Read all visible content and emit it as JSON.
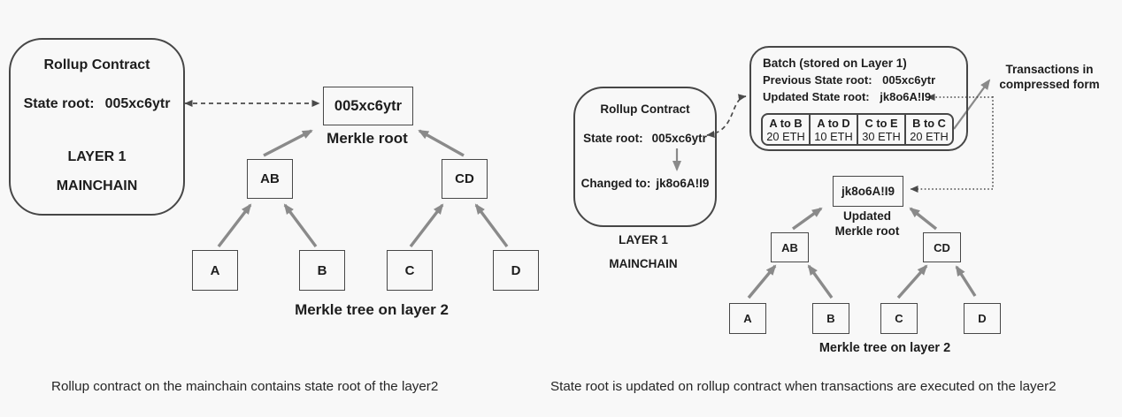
{
  "left_diagram": {
    "contract": {
      "title": "Rollup Contract",
      "state_root_label": "State root:",
      "state_root_value": "005xc6ytr",
      "layer_label": "LAYER 1",
      "chain_label": "MAINCHAIN"
    },
    "merkle_root_box": "005xc6ytr",
    "merkle_root_label": "Merkle root",
    "tree": {
      "ab": "AB",
      "cd": "CD",
      "a": "A",
      "b": "B",
      "c": "C",
      "d": "D"
    },
    "tree_caption": "Merkle tree on layer 2",
    "caption": "Rollup contract on the mainchain contains state root of the layer2"
  },
  "right_diagram": {
    "contract": {
      "title": "Rollup Contract",
      "state_root_label": "State root:",
      "state_root_value": "005xc6ytr",
      "changed_label": "Changed to:",
      "changed_value": "jk8o6A!I9",
      "layer_label": "LAYER 1",
      "chain_label": "MAINCHAIN"
    },
    "batch": {
      "title": "Batch (stored on Layer 1)",
      "previous_label": "Previous State root:",
      "previous_value": "005xc6ytr",
      "updated_label": "Updated State root:",
      "updated_value": "jk8o6A!I9",
      "transactions": [
        {
          "pair": "A to B",
          "amount": "20 ETH"
        },
        {
          "pair": "A to D",
          "amount": "10 ETH"
        },
        {
          "pair": "C to E",
          "amount": "30 ETH"
        },
        {
          "pair": "B to C",
          "amount": "20 ETH"
        }
      ]
    },
    "compressed_note": {
      "line1": "Transactions in",
      "line2": "compressed form"
    },
    "merkle_root_box": "jk8o6A!I9",
    "merkle_root_label": {
      "line1": "Updated",
      "line2": "Merkle root"
    },
    "tree": {
      "ab": "AB",
      "cd": "CD",
      "a": "A",
      "b": "B",
      "c": "C",
      "d": "D"
    },
    "tree_caption": "Merkle tree on layer 2",
    "caption": "State root is updated on rollup contract when transactions are executed on the layer2"
  },
  "colors": {
    "background": "#f8f8f8",
    "box_border": "#474747",
    "text": "#1d1d1d",
    "arrow_gray": "#8a8a8a",
    "connector_dark": "#4a4a4a"
  }
}
